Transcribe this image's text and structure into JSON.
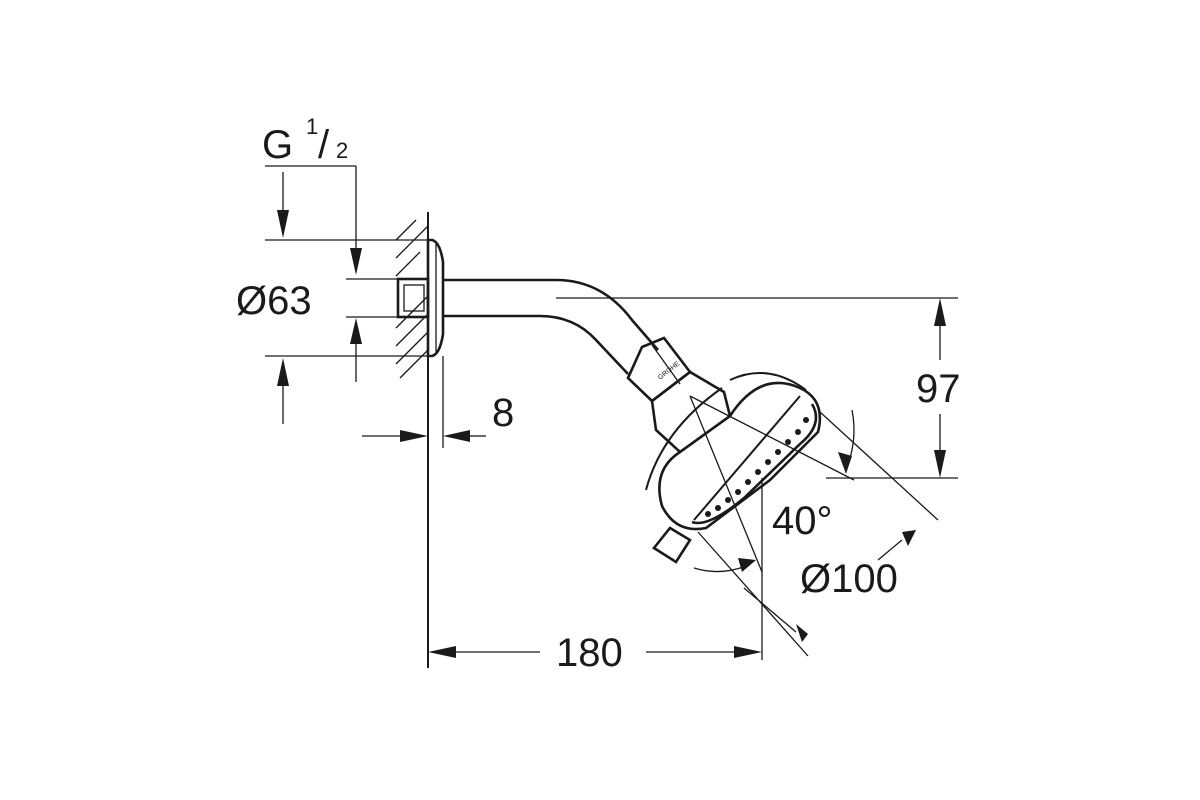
{
  "dimensions": {
    "thread": {
      "base": "G",
      "numerator": "1",
      "slash": "/",
      "denominator": "2"
    },
    "flange_diameter": "Ø63",
    "wall_offset": "8",
    "drop_height": "97",
    "spray_angle": "40°",
    "head_diameter": "Ø100",
    "projection": "180"
  },
  "logo": {
    "text": "GROHE"
  }
}
